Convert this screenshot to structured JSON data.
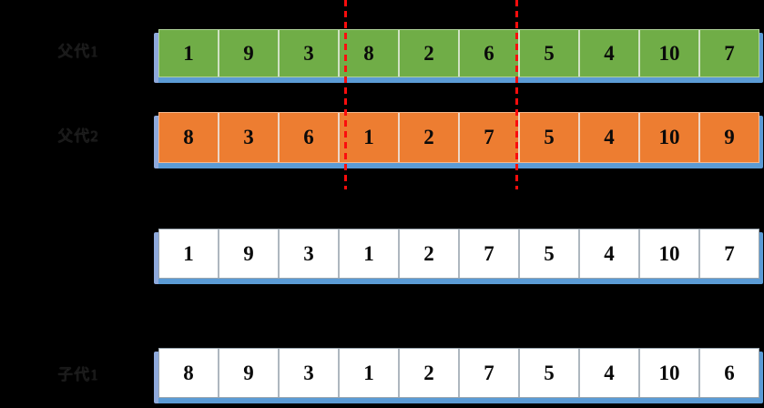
{
  "diagram": "genetic-algorithm-two-point-crossover",
  "colors": {
    "background": "#000000",
    "parent1_fill": "#70AD47",
    "parent2_fill": "#ED7D31",
    "child_fill": "#FFFFFF",
    "shadow_blue": "#5B9BD5",
    "shadow_blue_light": "#8EA9DB",
    "cut_line_red": "#FB0D0D",
    "cell_text": "#0A0A0A",
    "label_text": "#161616"
  },
  "rows": [
    {
      "label": "父代1",
      "values": [
        "1",
        "9",
        "3",
        "8",
        "2",
        "6",
        "5",
        "4",
        "10",
        "7"
      ]
    },
    {
      "label": "父代2",
      "values": [
        "8",
        "3",
        "6",
        "1",
        "2",
        "7",
        "5",
        "4",
        "10",
        "9"
      ]
    },
    {
      "label": "",
      "values": [
        "1",
        "9",
        "3",
        "1",
        "2",
        "7",
        "5",
        "4",
        "10",
        "7"
      ]
    },
    {
      "label": "子代1",
      "values": [
        "8",
        "9",
        "3",
        "1",
        "2",
        "7",
        "5",
        "4",
        "10",
        "6"
      ]
    }
  ],
  "cut_lines": {
    "count": 2,
    "after_gene_index": [
      3,
      6
    ]
  }
}
